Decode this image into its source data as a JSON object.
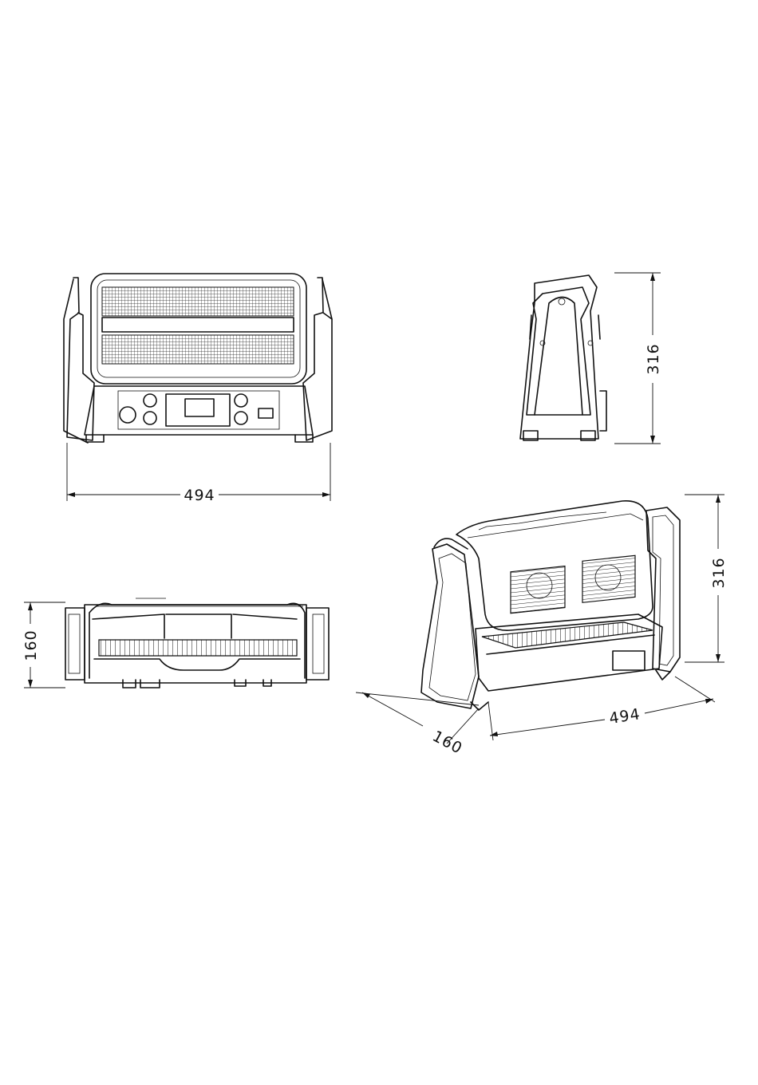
{
  "drawing": {
    "front_view": {
      "width_label": "494"
    },
    "side_view": {
      "height_label": "316"
    },
    "top_view": {
      "depth_label": "160"
    },
    "iso_view": {
      "height_label": "316",
      "width_label": "494",
      "depth_label": "160"
    }
  }
}
